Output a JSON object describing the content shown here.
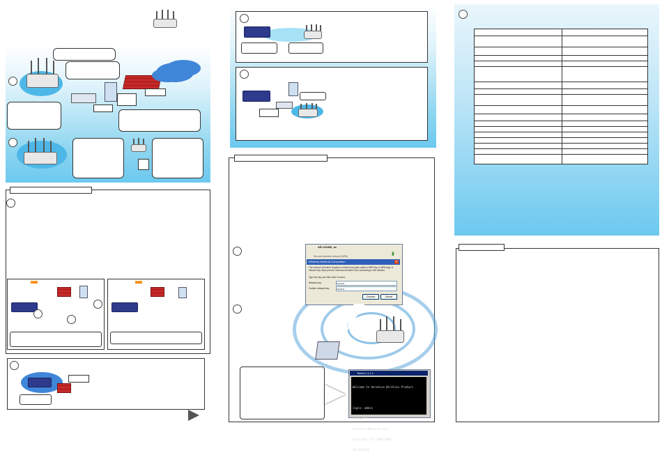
{
  "wifi_dialog": {
    "ssid": "AR-123456_ac",
    "security": "Secured wireless network (WPA)",
    "title": "Wireless Network Connection",
    "message": "The network 'Aerohive' requires a network key (also called a WEP key or WPA key). A network key helps prevent unknown intruders from connecting to this network.",
    "instruction": "Type the key, and then click Connect.",
    "key_label": "Network key:",
    "confirm_label": "Confirm network key:",
    "key_value": "••••••••",
    "confirm_value": "••••••••",
    "connect_label": "Connect",
    "cancel_label": "Cancel"
  },
  "terminal": {
    "title": "Telnet 1.1.1.1",
    "lines": [
      "Welcome to Aerohive Wireless Product",
      "",
      "login: admin",
      "Password:",
      "Aerohive Networks Inc.",
      "Copyright (C) 2006-2009",
      "AH-123456#"
    ]
  },
  "spec_rows": 18,
  "colors": {
    "sky": "#8fd6f0",
    "router_blue": "#2e3a8c",
    "firewall_red": "#c62828",
    "arrow_gray": "#555555"
  }
}
